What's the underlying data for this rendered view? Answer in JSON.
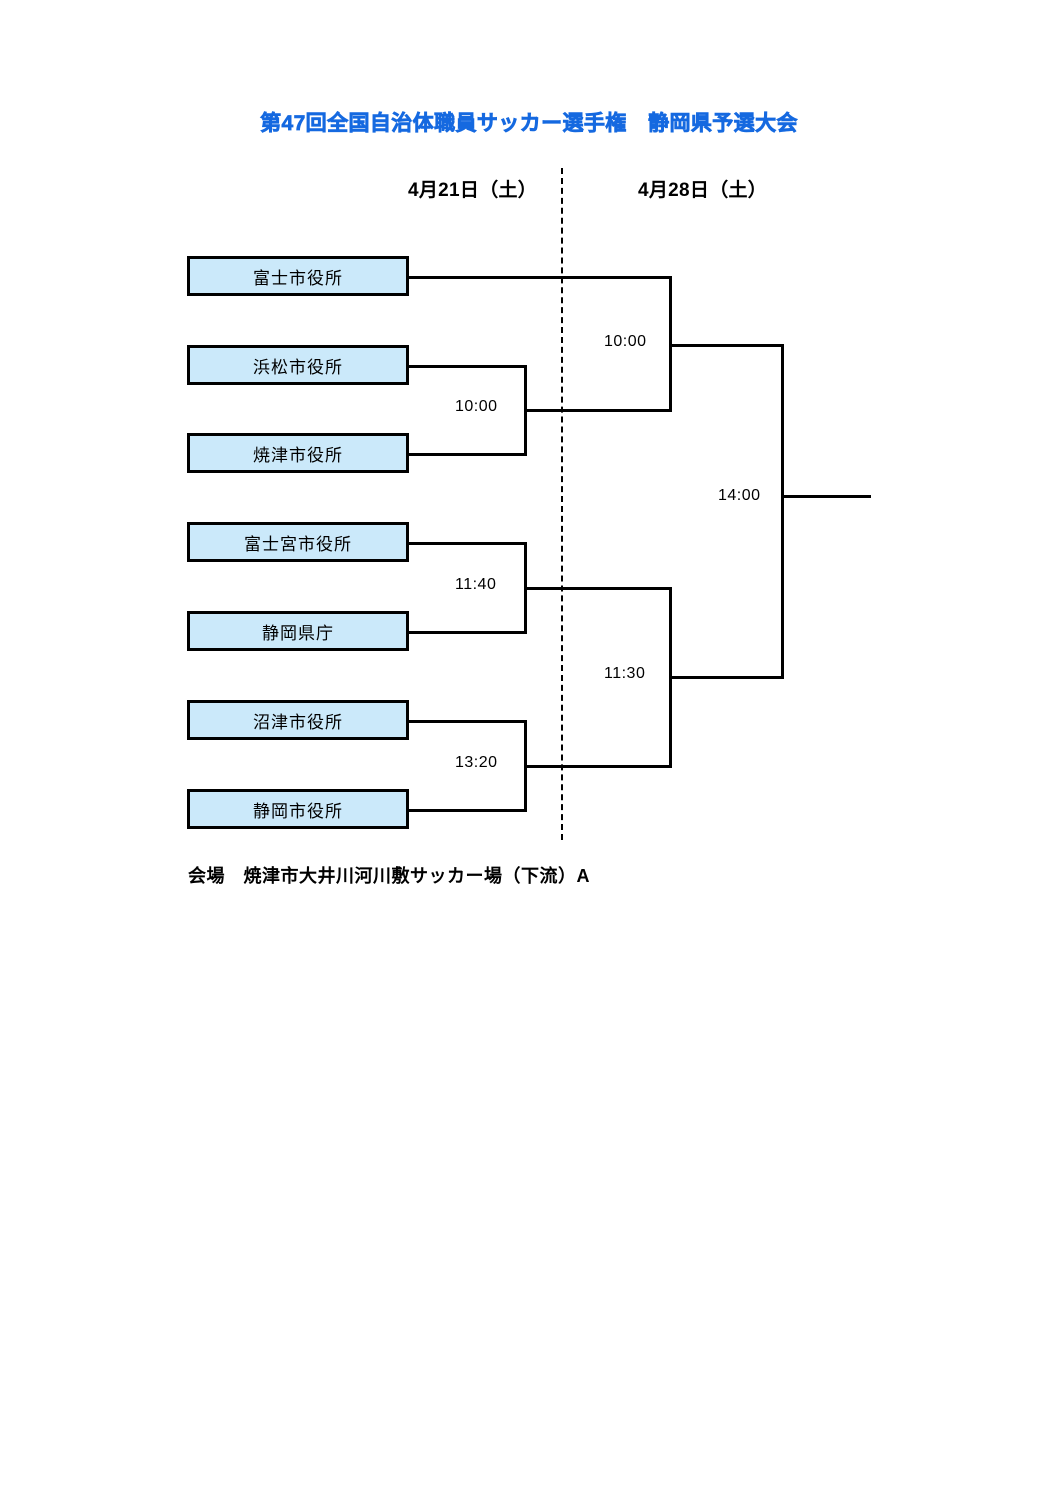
{
  "document": {
    "title": "第47回全国自治体職員サッカー選手権　静岡県予選大会"
  },
  "columns": [
    {
      "id": "round1",
      "date_label": "4月21日（土）"
    },
    {
      "id": "round2",
      "date_label": "4月28日（土）"
    }
  ],
  "teams": [
    {
      "slot": 1,
      "name": "富士市役所"
    },
    {
      "slot": 2,
      "name": "浜松市役所"
    },
    {
      "slot": 3,
      "name": "焼津市役所"
    },
    {
      "slot": 4,
      "name": "富士宮市役所"
    },
    {
      "slot": 5,
      "name": "静岡県庁"
    },
    {
      "slot": 6,
      "name": "沼津市役所"
    },
    {
      "slot": 7,
      "name": "静岡市役所"
    }
  ],
  "matches": {
    "round1": [
      {
        "id": "r1m1",
        "time": "10:00",
        "teams": [
          "浜松市役所",
          "焼津市役所"
        ]
      },
      {
        "id": "r1m2",
        "time": "11:40",
        "teams": [
          "富士宮市役所",
          "静岡県庁"
        ]
      },
      {
        "id": "r1m3",
        "time": "13:20",
        "teams": [
          "沼津市役所",
          "静岡市役所"
        ]
      }
    ],
    "semifinals": [
      {
        "id": "sf1",
        "time": "10:00"
      },
      {
        "id": "sf2",
        "time": "11:30"
      }
    ],
    "final": {
      "id": "final",
      "time": "14:00"
    }
  },
  "venue": {
    "text": "会場　焼津市大井川河川敷サッカー場（下流）A"
  },
  "colors": {
    "title": "#1569E0",
    "box_fill": "#CBE9FA",
    "line": "#000000"
  }
}
